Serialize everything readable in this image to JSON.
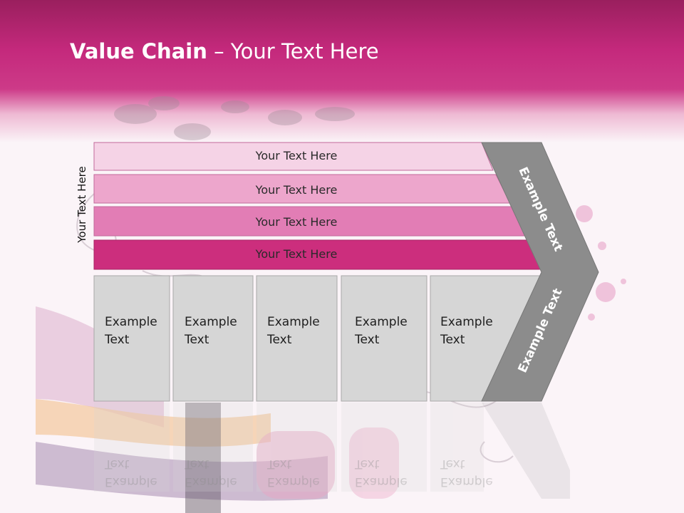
{
  "slide": {
    "title_bold": "Value Chain",
    "title_rest": " – Your Text Here",
    "vertical_label": "Your Text Here"
  },
  "bars": [
    {
      "label": "Your Text Here",
      "color": "#f5d3e6"
    },
    {
      "label": "Your Text Here",
      "color": "#eda6cc"
    },
    {
      "label": "Your Text Here",
      "color": "#e27db5"
    },
    {
      "label": "Your Text Here",
      "color": "#cc2e7d"
    }
  ],
  "boxes": [
    {
      "line1": "Example",
      "line2": "Text"
    },
    {
      "line1": "Example",
      "line2": "Text"
    },
    {
      "line1": "Example",
      "line2": "Text"
    },
    {
      "line1": "Example",
      "line2": "Text"
    },
    {
      "line1": "Example",
      "line2": "Text"
    }
  ],
  "arrow": {
    "upper_text": "Example Text",
    "lower_text": "Example Text",
    "color": "#8c8c8c"
  },
  "colors": {
    "header": "#c4297c",
    "box_fill": "#d6d6d6"
  }
}
